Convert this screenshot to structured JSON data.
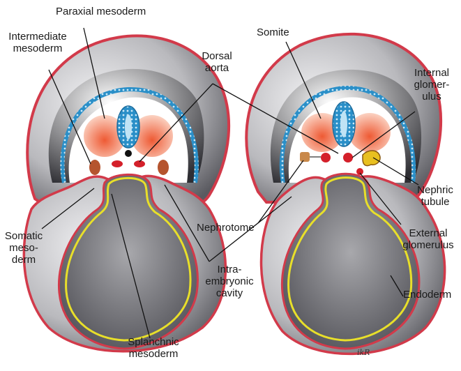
{
  "labels": {
    "paraxial_mesoderm": "Paraxial mesoderm",
    "intermediate_mesoderm_1": "Intermediate",
    "intermediate_mesoderm_2": "mesoderm",
    "dorsal_aorta_1": "Dorsal",
    "dorsal_aorta_2": "aorta",
    "somite": "Somite",
    "internal_glomerulus_1": "Internal",
    "internal_glomerulus_2": "glomer-",
    "internal_glomerulus_3": "ulus",
    "nephric_tubule_1": "Nephric",
    "nephric_tubule_2": "tubule",
    "nephrotome": "Nephrotome",
    "external_glomerulus_1": "External",
    "external_glomerulus_2": "glomerulus",
    "somatic_mesoderm_1": "Somatic",
    "somatic_mesoderm_2": "meso-",
    "somatic_mesoderm_3": "derm",
    "intraembryonic_cavity_1": "Intra-",
    "intraembryonic_cavity_2": "embryonic",
    "intraembryonic_cavity_3": "cavity",
    "endoderm": "Endoderm",
    "splanchnic_mesoderm_1": "Splanchnic",
    "splanchnic_mesoderm_2": "mesoderm",
    "signature": "ikR"
  },
  "colors": {
    "ectoderm": "#d23a4a",
    "ectoderm_light": "#f3c6cc",
    "body": "#8e8e92",
    "body_light": "#e6e6e8",
    "neural_tube": "#2a8fc8",
    "neural_tube_light": "#bfe3f5",
    "paraxial": "#ef6a3c",
    "endoderm": "#e8df2a",
    "nephric": "#e0a020",
    "intermediate": "#b5542e"
  }
}
